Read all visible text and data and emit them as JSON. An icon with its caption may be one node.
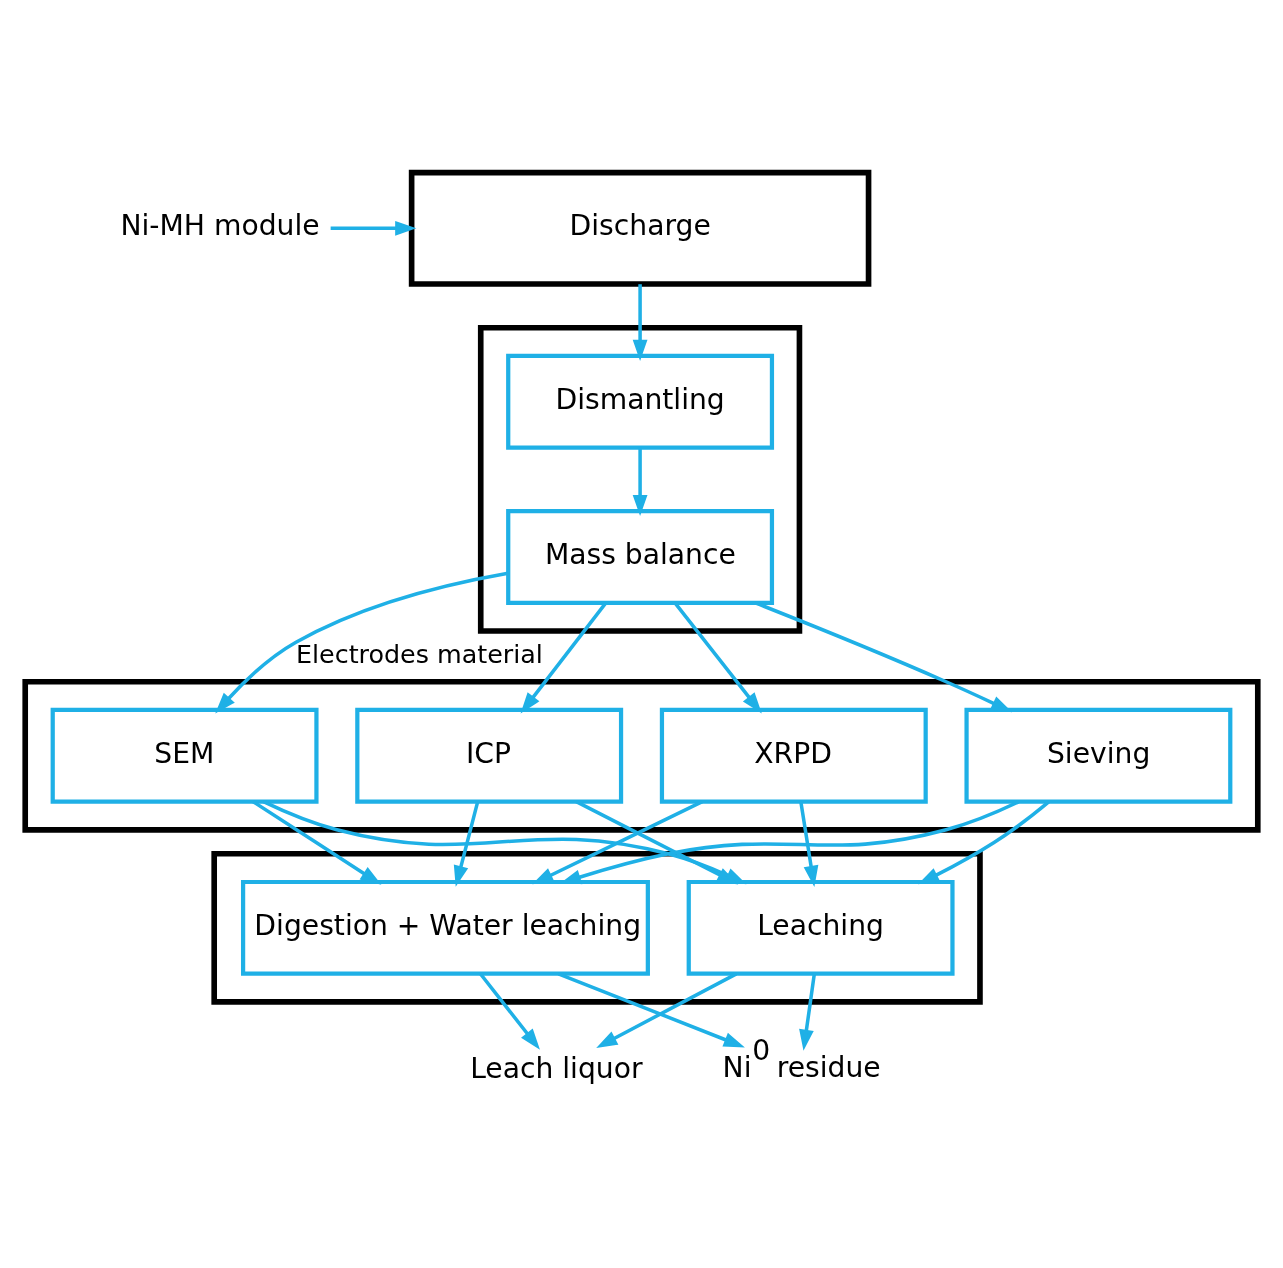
{
  "diagram": {
    "nodes": [
      {
        "text": [
          "Ni-MH module"
        ]
      },
      {
        "text": [
          "Discharge"
        ]
      },
      {
        "text": [],
        "shape": "box"
      },
      {
        "text": [
          "Dismantling"
        ],
        "in": 2
      },
      {
        "text": [
          "Mass balance"
        ],
        "in": 2
      },
      {
        "text": [],
        "shape": "box"
      },
      {
        "text": [
          "SEM"
        ],
        "in": 5
      },
      {
        "text": [
          "ICP"
        ],
        "in": 5
      },
      {
        "text": [
          "XRPD"
        ],
        "in": 5
      },
      {
        "text": [
          "Sieving"
        ],
        "in": 5
      },
      {
        "text": [],
        "shape": "box"
      },
      {
        "text": [
          "Leaching"
        ],
        "in": 10
      },
      {
        "text": [
          "Digestion + Water leaching"
        ],
        "in": 10
      },
      {
        "text": [
          "Leach liquor"
        ]
      },
      {
        "text": [
          "Ni$^{0}$ residue"
        ]
      }
    ],
    "edges": [
      {
        "from": 0,
        "to": 1,
        "arrow": "to"
      },
      {
        "from": 1,
        "to": 3,
        "arrow": "to"
      },
      {
        "from": 3,
        "to": 4,
        "arrow": "to"
      },
      {
        "from": 4,
        "to": 6,
        "arrow": "to",
        "label": "Electrodes material"
      },
      {
        "from": 4,
        "to": 7,
        "arrow": "to"
      },
      {
        "from": 4,
        "to": 8,
        "arrow": "to"
      },
      {
        "from": 4,
        "to": 9,
        "arrow": "to"
      },
      {
        "from": 6,
        "to": 11,
        "arrow": "to"
      },
      {
        "from": 6,
        "to": 12,
        "arrow": "to"
      },
      {
        "from": 7,
        "to": 11,
        "arrow": "to"
      },
      {
        "from": 7,
        "to": 12,
        "arrow": "to"
      },
      {
        "from": 8,
        "to": 11,
        "arrow": "to"
      },
      {
        "from": 8,
        "to": 12,
        "arrow": "to"
      },
      {
        "from": 9,
        "to": 11,
        "arrow": "to"
      },
      {
        "from": 9,
        "to": 12,
        "arrow": "to"
      },
      {
        "from": 11,
        "to": 13,
        "arrow": "to"
      },
      {
        "from": 11,
        "to": 14,
        "arrow": "to"
      },
      {
        "from": 12,
        "to": 13,
        "arrow": "to"
      },
      {
        "from": 12,
        "to": 14,
        "arrow": "to"
      }
    ]
  }
}
